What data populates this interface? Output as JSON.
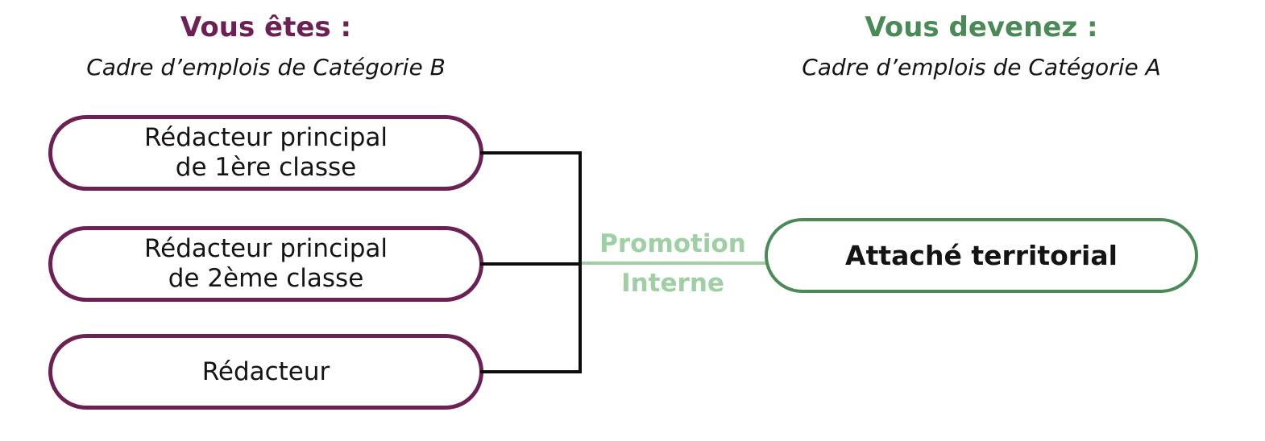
{
  "colors": {
    "maroon": "#6d2053",
    "green": "#4a8a57",
    "light_green": "#9ed0a4",
    "line_black": "#0d0d0d",
    "text": "#141414"
  },
  "left_column": {
    "heading": "Vous êtes :",
    "subheading": "Cadre d’emplois de Catégorie B",
    "boxes": [
      {
        "lines": [
          "Rédacteur principal",
          "de 1ère classe"
        ]
      },
      {
        "lines": [
          "Rédacteur principal",
          "de 2ème classe"
        ]
      },
      {
        "lines": [
          "Rédacteur"
        ]
      }
    ]
  },
  "right_column": {
    "heading": "Vous devenez :",
    "subheading": "Cadre d’emplois de Catégorie A",
    "boxes": [
      {
        "lines": [
          "Attaché territorial"
        ]
      }
    ]
  },
  "connector": {
    "label_line1": "Promotion",
    "label_line2": "Interne"
  }
}
